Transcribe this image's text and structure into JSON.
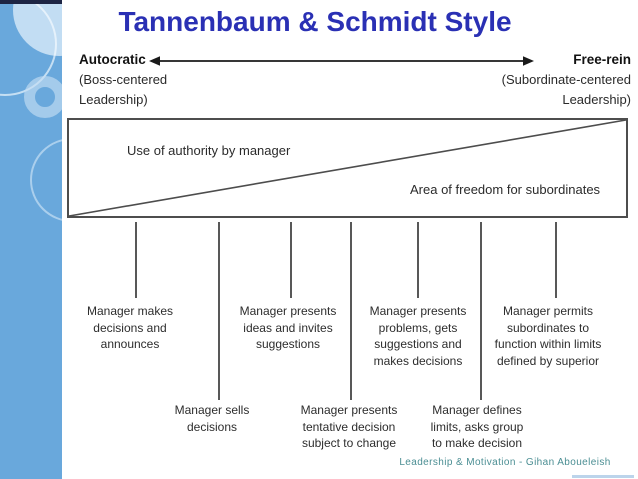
{
  "colors": {
    "title_blue": "#2a30b4",
    "sidebar_blue": "#69a8dc",
    "footer_teal": "#4b8e93"
  },
  "slide": {
    "title": "Tannenbaum & Schmidt Style",
    "footer": "Leadership & Motivation - Gihan Aboueleish"
  },
  "continuum": {
    "left_label": "Autocratic",
    "left_sublabel": "(Boss-centered\nLeadership)",
    "right_label": "Free-rein",
    "right_sublabel": "(Subordinate-centered\nLeadership)"
  },
  "diagram": {
    "authority_label": "Use of authority by manager",
    "freedom_label": "Area of freedom for subordinates"
  },
  "behaviors": {
    "top": [
      {
        "text": "Manager makes\ndecisions and\nannounces"
      },
      {
        "text": "Manager presents\nideas and invites\nsuggestions"
      },
      {
        "text": "Manager presents\nproblems, gets\nsuggestions and\nmakes decisions"
      },
      {
        "text": "Manager permits\nsubordinates to\nfunction within limits\ndefined by superior"
      }
    ],
    "bottom": [
      {
        "text": "Manager sells\ndecisions"
      },
      {
        "text": "Manager presents\ntentative decision\nsubject to change"
      },
      {
        "text": "Manager defines\nlimits, asks group\nto make decision"
      }
    ]
  }
}
